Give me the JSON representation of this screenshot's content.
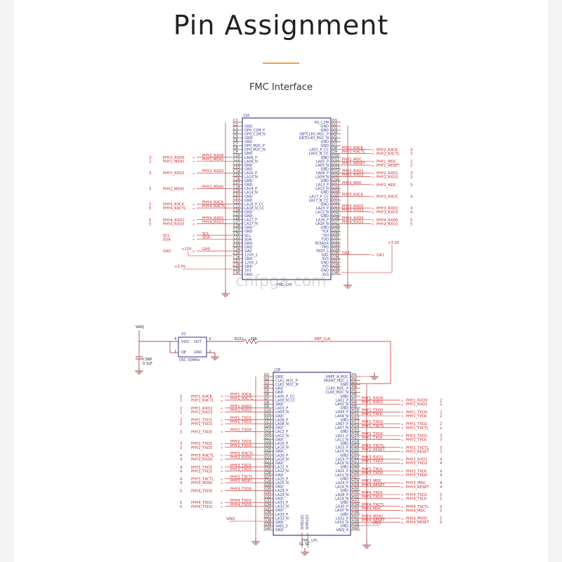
{
  "title": "Pin Assignment",
  "subtitle": "FMC Interface",
  "watermark": "cnfpga.com",
  "colors": {
    "accent": "#f0a040",
    "net": "#cc2020",
    "wire": "#8b1a1a",
    "schematic": "#1a1a6e"
  },
  "j1a": {
    "ref": "J1A",
    "name": "FMC_LPC",
    "left": [
      {
        "pin": "C1",
        "sig": ""
      },
      {
        "pin": "C2",
        "sig": "GND"
      },
      {
        "pin": "C3",
        "sig": "DP0_C2M_P"
      },
      {
        "pin": "C4",
        "sig": "DP0_C2M_N"
      },
      {
        "pin": "C5",
        "sig": "GND"
      },
      {
        "pin": "C6",
        "sig": "GND"
      },
      {
        "pin": "C7",
        "sig": "DP0_M2C_P"
      },
      {
        "pin": "C8",
        "sig": "DP0_M2C_N"
      },
      {
        "pin": "C9",
        "sig": "GND"
      },
      {
        "pin": "C10",
        "sig": "LA06_P",
        "net": "PHY2_RXD0",
        "sheet": "3"
      },
      {
        "pin": "C11",
        "sig": "LA06_N",
        "net": "PHY1_MDIO",
        "sheet": "2"
      },
      {
        "pin": "C12",
        "sig": "GND"
      },
      {
        "pin": "C13",
        "sig": "GND"
      },
      {
        "pin": "C14",
        "sig": "LA10_P",
        "net": "PHY2_RXD2",
        "sheet": "3"
      },
      {
        "pin": "C15",
        "sig": "LA10_N"
      },
      {
        "pin": "C16",
        "sig": "GND"
      },
      {
        "pin": "C17",
        "sig": "GND"
      },
      {
        "pin": "C18",
        "sig": "LA14_P",
        "net": "PHY2_MDIO",
        "sheet": "3"
      },
      {
        "pin": "C19",
        "sig": "LA14_N"
      },
      {
        "pin": "C20",
        "sig": "GND"
      },
      {
        "pin": "C21",
        "sig": "GND"
      },
      {
        "pin": "C22",
        "sig": "LA18_P_CC",
        "net": "PHY4_RXCK",
        "sheet": "5"
      },
      {
        "pin": "C23",
        "sig": "LA18_N_CC",
        "net": "PHY4_RXCTL",
        "sheet": "5"
      },
      {
        "pin": "C24",
        "sig": "GND"
      },
      {
        "pin": "C25",
        "sig": "GND"
      },
      {
        "pin": "C26",
        "sig": "LA27_P",
        "net": "PHY4_RXD1",
        "sheet": "5"
      },
      {
        "pin": "C27",
        "sig": "LA27_N",
        "net": "PHY4_RXD3",
        "sheet": "5"
      },
      {
        "pin": "C28",
        "sig": "GND"
      },
      {
        "pin": "C29",
        "sig": "GND"
      },
      {
        "pin": "C30",
        "sig": "SCL",
        "net": "SCL"
      },
      {
        "pin": "C31",
        "sig": "SDA",
        "net": "SDA"
      },
      {
        "pin": "C32",
        "sig": "GND"
      },
      {
        "pin": "C33",
        "sig": "GND"
      },
      {
        "pin": "C34",
        "sig": "GA0",
        "net": "GA0"
      },
      {
        "pin": "C35",
        "sig": "12V0_1"
      },
      {
        "pin": "C36",
        "sig": "GND"
      },
      {
        "pin": "C37",
        "sig": "12V0_2"
      },
      {
        "pin": "C38",
        "sig": "GND"
      },
      {
        "pin": "C39",
        "sig": "3V3"
      },
      {
        "pin": "C40",
        "sig": "GND"
      }
    ],
    "right": [
      {
        "pin": "D1",
        "sig": "PG_C2M"
      },
      {
        "pin": "D2",
        "sig": "GND"
      },
      {
        "pin": "D3",
        "sig": "GND"
      },
      {
        "pin": "D4",
        "sig": "GBTCLK0_M2C_P"
      },
      {
        "pin": "D5",
        "sig": "GBTCLK0_M2C_N"
      },
      {
        "pin": "D6",
        "sig": "GND"
      },
      {
        "pin": "D7",
        "sig": "GND"
      },
      {
        "pin": "D8",
        "sig": "LA01_P_CC",
        "net": "PHY2_RXCK",
        "sheet": "3"
      },
      {
        "pin": "D9",
        "sig": "LA01_N_CC",
        "net": "PHY2_RXCTL",
        "sheet": "3"
      },
      {
        "pin": "D10",
        "sig": "GND"
      },
      {
        "pin": "D11",
        "sig": "LA05_P",
        "net": "PHY1_MDC",
        "sheet": "2"
      },
      {
        "pin": "D12",
        "sig": "LA05_N",
        "net": "PHY1_RESET",
        "sheet": "2"
      },
      {
        "pin": "D13",
        "sig": "GND"
      },
      {
        "pin": "D14",
        "sig": "LA09_P",
        "net": "PHY2_RXD1",
        "sheet": "3"
      },
      {
        "pin": "D15",
        "sig": "LA09_N",
        "net": "PHY2_RXD3",
        "sheet": "3"
      },
      {
        "pin": "D16",
        "sig": "GND"
      },
      {
        "pin": "D17",
        "sig": "LA13_P",
        "net": "PHY2_MDC",
        "sheet": "3"
      },
      {
        "pin": "D18",
        "sig": "LA13_N"
      },
      {
        "pin": "D19",
        "sig": "GND"
      },
      {
        "pin": "D20",
        "sig": "LA17_P_CC",
        "net": "PHY3_RXCK",
        "sheet": "4"
      },
      {
        "pin": "D21",
        "sig": "LA17_N_CC"
      },
      {
        "pin": "D22",
        "sig": "GND"
      },
      {
        "pin": "D23",
        "sig": "LA23_P",
        "net": "PHY3_RXD2",
        "sheet": "4"
      },
      {
        "pin": "D24",
        "sig": "LA23_N",
        "net": "PHY3_RXD3",
        "sheet": "4"
      },
      {
        "pin": "D25",
        "sig": "GND"
      },
      {
        "pin": "D26",
        "sig": "LA26_P",
        "net": "PHY4_RXD0",
        "sheet": "5"
      },
      {
        "pin": "D27",
        "sig": "LA26_N",
        "net": "PHY4_RXD2",
        "sheet": "5"
      },
      {
        "pin": "D28",
        "sig": "GND"
      },
      {
        "pin": "D29",
        "sig": "TCK"
      },
      {
        "pin": "D30",
        "sig": "TDI"
      },
      {
        "pin": "D31",
        "sig": "TDO"
      },
      {
        "pin": "D32",
        "sig": "3V3AUX"
      },
      {
        "pin": "D33",
        "sig": "TMS"
      },
      {
        "pin": "D34",
        "sig": "TRST_L"
      },
      {
        "pin": "D35",
        "sig": "GA1",
        "net": "GA1"
      },
      {
        "pin": "D36",
        "sig": "3V3"
      },
      {
        "pin": "D37",
        "sig": "GND"
      },
      {
        "pin": "D38",
        "sig": "3V3"
      },
      {
        "pin": "D39",
        "sig": "GND"
      },
      {
        "pin": "D40",
        "sig": "3V3"
      }
    ],
    "power": {
      "p12v": "+12V",
      "p33a": "+3.3V",
      "p33b": "+3.3V"
    }
  },
  "osc": {
    "ref": "X2",
    "name": "OSC 50MHz",
    "vdd": "VDD",
    "out": "OUT",
    "oe": "OE",
    "gnd": "GND",
    "pin4": "4",
    "pin3": "3",
    "pin1": "1",
    "pin2": "2",
    "rail": "VADJ",
    "cap_ref": "C368",
    "cap_val": "0.1uF",
    "res_ref": "R151",
    "res_val": "33R",
    "ref_clk": "REF_CLK"
  },
  "j1b": {
    "ref": "J1B",
    "name": "FMC_LPC",
    "left": [
      {
        "pin": "G1",
        "sig": "GND"
      },
      {
        "pin": "G2",
        "sig": "CLK1_M2C_P"
      },
      {
        "pin": "G3",
        "sig": "CLK1_M2C_N"
      },
      {
        "pin": "G4",
        "sig": "GND"
      },
      {
        "pin": "G5",
        "sig": "GND"
      },
      {
        "pin": "G6",
        "sig": "LA00_P_CC",
        "net": "PHY1_RXCK",
        "sheet": "2"
      },
      {
        "pin": "G7",
        "sig": "LA00_N_CC",
        "net": "PHY1_RXCTL",
        "sheet": "2"
      },
      {
        "pin": "G8",
        "sig": "GND"
      },
      {
        "pin": "G9",
        "sig": "LA03_P",
        "net": "PHY1_RXD2",
        "sheet": "2"
      },
      {
        "pin": "G10",
        "sig": "LA03_N",
        "net": "PHY1_RXD3",
        "sheet": "2"
      },
      {
        "pin": "G11",
        "sig": "GND"
      },
      {
        "pin": "G12",
        "sig": "LA08_P",
        "net": "PHY1_TXD1",
        "sheet": "2"
      },
      {
        "pin": "G13",
        "sig": "LA08_N",
        "net": "PHY1_TXD3",
        "sheet": "2"
      },
      {
        "pin": "G14",
        "sig": "GND"
      },
      {
        "pin": "G15",
        "sig": "LA12_P",
        "net": "PHY2_TXD0",
        "sheet": "3"
      },
      {
        "pin": "G16",
        "sig": "LA12_N"
      },
      {
        "pin": "G17",
        "sig": "GND"
      },
      {
        "pin": "G18",
        "sig": "LA16_P",
        "net": "PHY2_TXD1",
        "sheet": "3"
      },
      {
        "pin": "G19",
        "sig": "LA16_N",
        "net": "PHY2_TXD3",
        "sheet": "3"
      },
      {
        "pin": "G20",
        "sig": "GND"
      },
      {
        "pin": "G21",
        "sig": "LA20_P",
        "net": "PHY3_RXCTL",
        "sheet": "4"
      },
      {
        "pin": "G22",
        "sig": "LA20_N",
        "net": "PHY3_RXD0",
        "sheet": "4"
      },
      {
        "pin": "G23",
        "sig": "GND"
      },
      {
        "pin": "G24",
        "sig": "LA22_P",
        "net": "PHY3_TXD1",
        "sheet": "4"
      },
      {
        "pin": "G25",
        "sig": "LA22_N",
        "net": "PHY3_TXD3",
        "sheet": "4"
      },
      {
        "pin": "G26",
        "sig": "GND"
      },
      {
        "pin": "G27",
        "sig": "LA25_P",
        "net": "PHY3_TXCTL",
        "sheet": "4"
      },
      {
        "pin": "G28",
        "sig": "LA25_N",
        "net": "PHY3_MDIO",
        "sheet": "4"
      },
      {
        "pin": "G29",
        "sig": "GND"
      },
      {
        "pin": "G30",
        "sig": "LA29_P",
        "net": "PHY4_TXD0",
        "sheet": "5"
      },
      {
        "pin": "G31",
        "sig": "LA29_N"
      },
      {
        "pin": "G32",
        "sig": "GND"
      },
      {
        "pin": "G33",
        "sig": "LA31_P",
        "net": "PHY4_TXD2",
        "sheet": "5"
      },
      {
        "pin": "G34",
        "sig": "LA31_N",
        "net": "PHY4_TXD3",
        "sheet": "5"
      },
      {
        "pin": "G35",
        "sig": "GND"
      },
      {
        "pin": "G36",
        "sig": "LA33_P"
      },
      {
        "pin": "G37",
        "sig": "LA33_N"
      },
      {
        "pin": "G38",
        "sig": "GND"
      },
      {
        "pin": "G39",
        "sig": "VADJ_3"
      },
      {
        "pin": "G40",
        "sig": "GND"
      }
    ],
    "right": [
      {
        "pin": "H1",
        "sig": "VREF_A_M2C"
      },
      {
        "pin": "H2",
        "sig": "PRSNT_M2C_L"
      },
      {
        "pin": "H3",
        "sig": "GND"
      },
      {
        "pin": "H4",
        "sig": "CLK0_M2C_P"
      },
      {
        "pin": "H5",
        "sig": "CLK0_M2C_N"
      },
      {
        "pin": "H6",
        "sig": "GND"
      },
      {
        "pin": "H7",
        "sig": "LA02_P",
        "net": "PHY1_RXD0",
        "sheet": "2"
      },
      {
        "pin": "H8",
        "sig": "LA02_N",
        "net": "PHY1_RXD1",
        "sheet": "2"
      },
      {
        "pin": "H9",
        "sig": "GND"
      },
      {
        "pin": "H10",
        "sig": "LA04_P",
        "net": "PHY1_TXD0",
        "sheet": "2"
      },
      {
        "pin": "H11",
        "sig": "LA04_N",
        "net": "PHY1_TXCK",
        "sheet": "2"
      },
      {
        "pin": "H12",
        "sig": "GND"
      },
      {
        "pin": "H13",
        "sig": "LA07_P",
        "net": "PHY1_TXD2",
        "sheet": "2"
      },
      {
        "pin": "H14",
        "sig": "LA07_N",
        "net": "PHY1_TXCTL",
        "sheet": "2"
      },
      {
        "pin": "H15",
        "sig": "GND"
      },
      {
        "pin": "H16",
        "sig": "LA11_P",
        "net": "PHY2_TXD1",
        "sheet": "3"
      },
      {
        "pin": "H17",
        "sig": "LA11_N",
        "net": "PHY2_TXCK",
        "sheet": "3"
      },
      {
        "pin": "H18",
        "sig": "GND"
      },
      {
        "pin": "H19",
        "sig": "LA15_P",
        "net": "PHY2_TXCTL",
        "sheet": "3"
      },
      {
        "pin": "H20",
        "sig": "LA15_N",
        "net": "PHY2_RESET",
        "sheet": "3"
      },
      {
        "pin": "H21",
        "sig": "GND"
      },
      {
        "pin": "H22",
        "sig": "LA19_P",
        "net": "PHY3_RXD1",
        "sheet": "4"
      },
      {
        "pin": "H23",
        "sig": "LA19_N",
        "net": "PHY3_TXD2",
        "sheet": "4"
      },
      {
        "pin": "H24",
        "sig": "GND"
      },
      {
        "pin": "H25",
        "sig": "LA21_P",
        "net": "PHY3_TXCK",
        "sheet": "4"
      },
      {
        "pin": "H26",
        "sig": "LA21_N",
        "net": "PHY3_TXD0",
        "sheet": "4"
      },
      {
        "pin": "H27",
        "sig": "GND"
      },
      {
        "pin": "H28",
        "sig": "LA24_P",
        "net": "PHY3_MDC",
        "sheet": "4"
      },
      {
        "pin": "H29",
        "sig": "LA24_N",
        "net": "PHY3_RESET",
        "sheet": "4"
      },
      {
        "pin": "H30",
        "sig": "GND"
      },
      {
        "pin": "H31",
        "sig": "LA28_P",
        "net": "PHY4_TXD1",
        "sheet": "5"
      },
      {
        "pin": "H32",
        "sig": "LA28_N",
        "net": "PHY4_TXCK",
        "sheet": "5"
      },
      {
        "pin": "H33",
        "sig": "GND"
      },
      {
        "pin": "H34",
        "sig": "LA30_P",
        "net": "PHY4_TXCTL",
        "sheet": "5"
      },
      {
        "pin": "H35",
        "sig": "LA30_N",
        "net": "PHY4_MDC",
        "sheet": "5"
      },
      {
        "pin": "H36",
        "sig": "GND"
      },
      {
        "pin": "H37",
        "sig": "LA32_P",
        "net": "PHY4_MDIO",
        "sheet": "5"
      },
      {
        "pin": "H38",
        "sig": "LA32_N",
        "net": "PHY4_RESET",
        "sheet": "5"
      },
      {
        "pin": "H39",
        "sig": "GND"
      },
      {
        "pin": "H40",
        "sig": "VADJ_4"
      }
    ],
    "shield1": "SHIELD1",
    "shield2": "SHIELD2",
    "s1": "S1",
    "s2": "S2",
    "vadj_a": "VADJ",
    "vadj_b": "VADJ"
  }
}
